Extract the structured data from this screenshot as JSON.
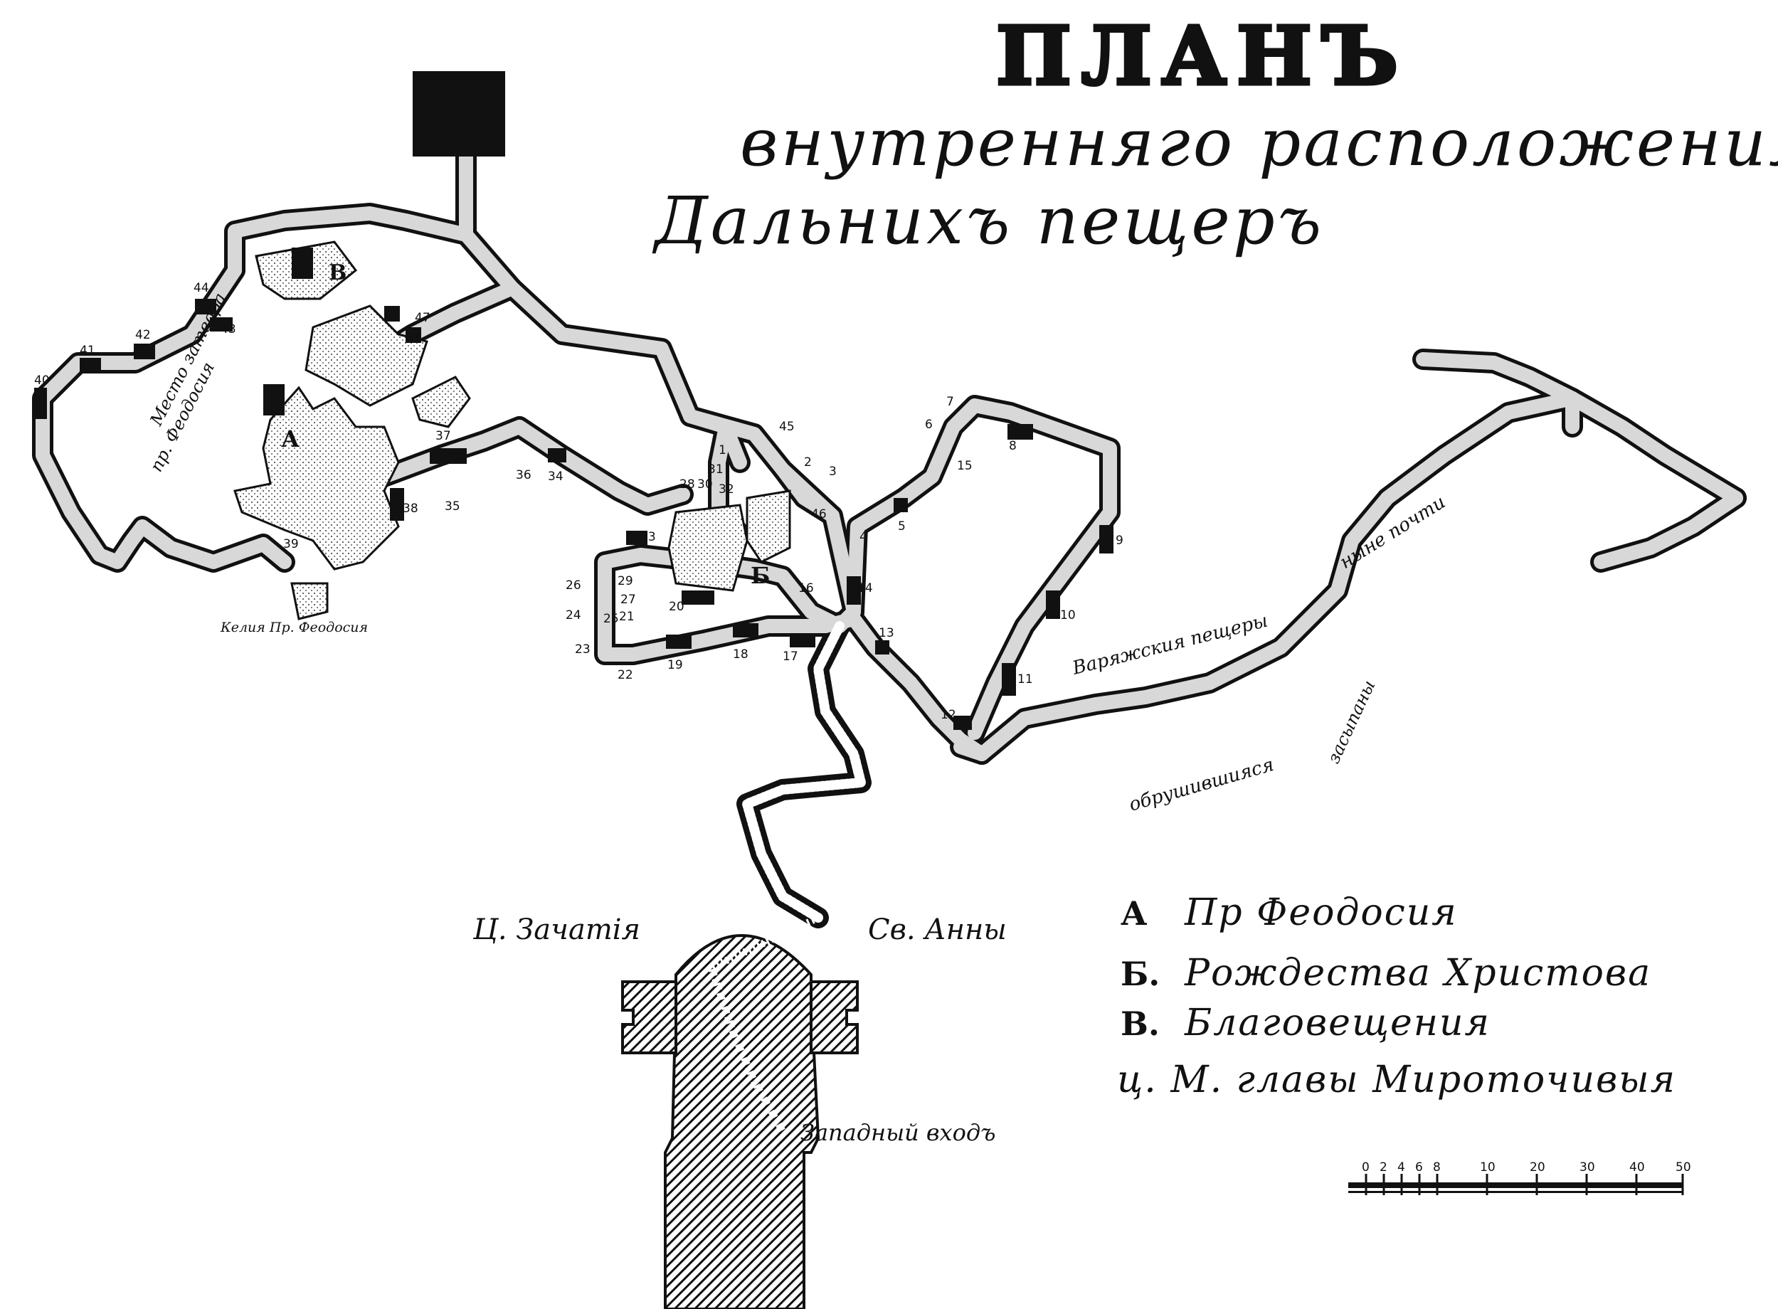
{
  "title": {
    "main": "ПЛАНЪ",
    "line2": "внутренняго расположения",
    "line3": "Дальнихъ пещеръ"
  },
  "labels": {
    "letter_a": "А",
    "letter_b": "Б",
    "letter_v": "В",
    "mesto_zatvora": "Место затвора",
    "prp_feodosiya": "пр. Феодосия",
    "kelya": "Келия Пр. Феодосия",
    "varyazhskiya": "Варяжския пещеры",
    "obrushivshiesya": "обрушившияся",
    "nyne_pochti": "ныне почти",
    "zasypany": "засыпаны",
    "church_left": "Ц. Зачатія",
    "church_right": "Св. Анны",
    "west_entrance": "Западный входъ"
  },
  "niche_numbers": [
    "1",
    "2",
    "3",
    "4",
    "5",
    "6",
    "7",
    "8",
    "9",
    "10",
    "11",
    "12",
    "13",
    "14",
    "15",
    "16",
    "17",
    "18",
    "19",
    "20",
    "21",
    "22",
    "23",
    "24",
    "25",
    "26",
    "27",
    "28",
    "29",
    "30",
    "31",
    "32",
    "33",
    "34",
    "35",
    "36",
    "37",
    "38",
    "39",
    "40",
    "41",
    "42",
    "43",
    "44",
    "45",
    "46",
    "47"
  ],
  "legend": [
    {
      "letter": "А",
      "text": "Пр Феодосия"
    },
    {
      "letter": "Б.",
      "text": "Рождества Христова"
    },
    {
      "letter": "В.",
      "text": "Благовещения"
    },
    {
      "letter": "",
      "text": "ц. М. главы Мироточивыя"
    }
  ],
  "scale": {
    "ticks": [
      "0",
      "2",
      "4",
      "6",
      "8",
      "10",
      "20",
      "30",
      "40",
      "50"
    ]
  },
  "colors": {
    "ink": "#111111",
    "paper": "#ffffff",
    "stipple": "#bcbcbc"
  }
}
